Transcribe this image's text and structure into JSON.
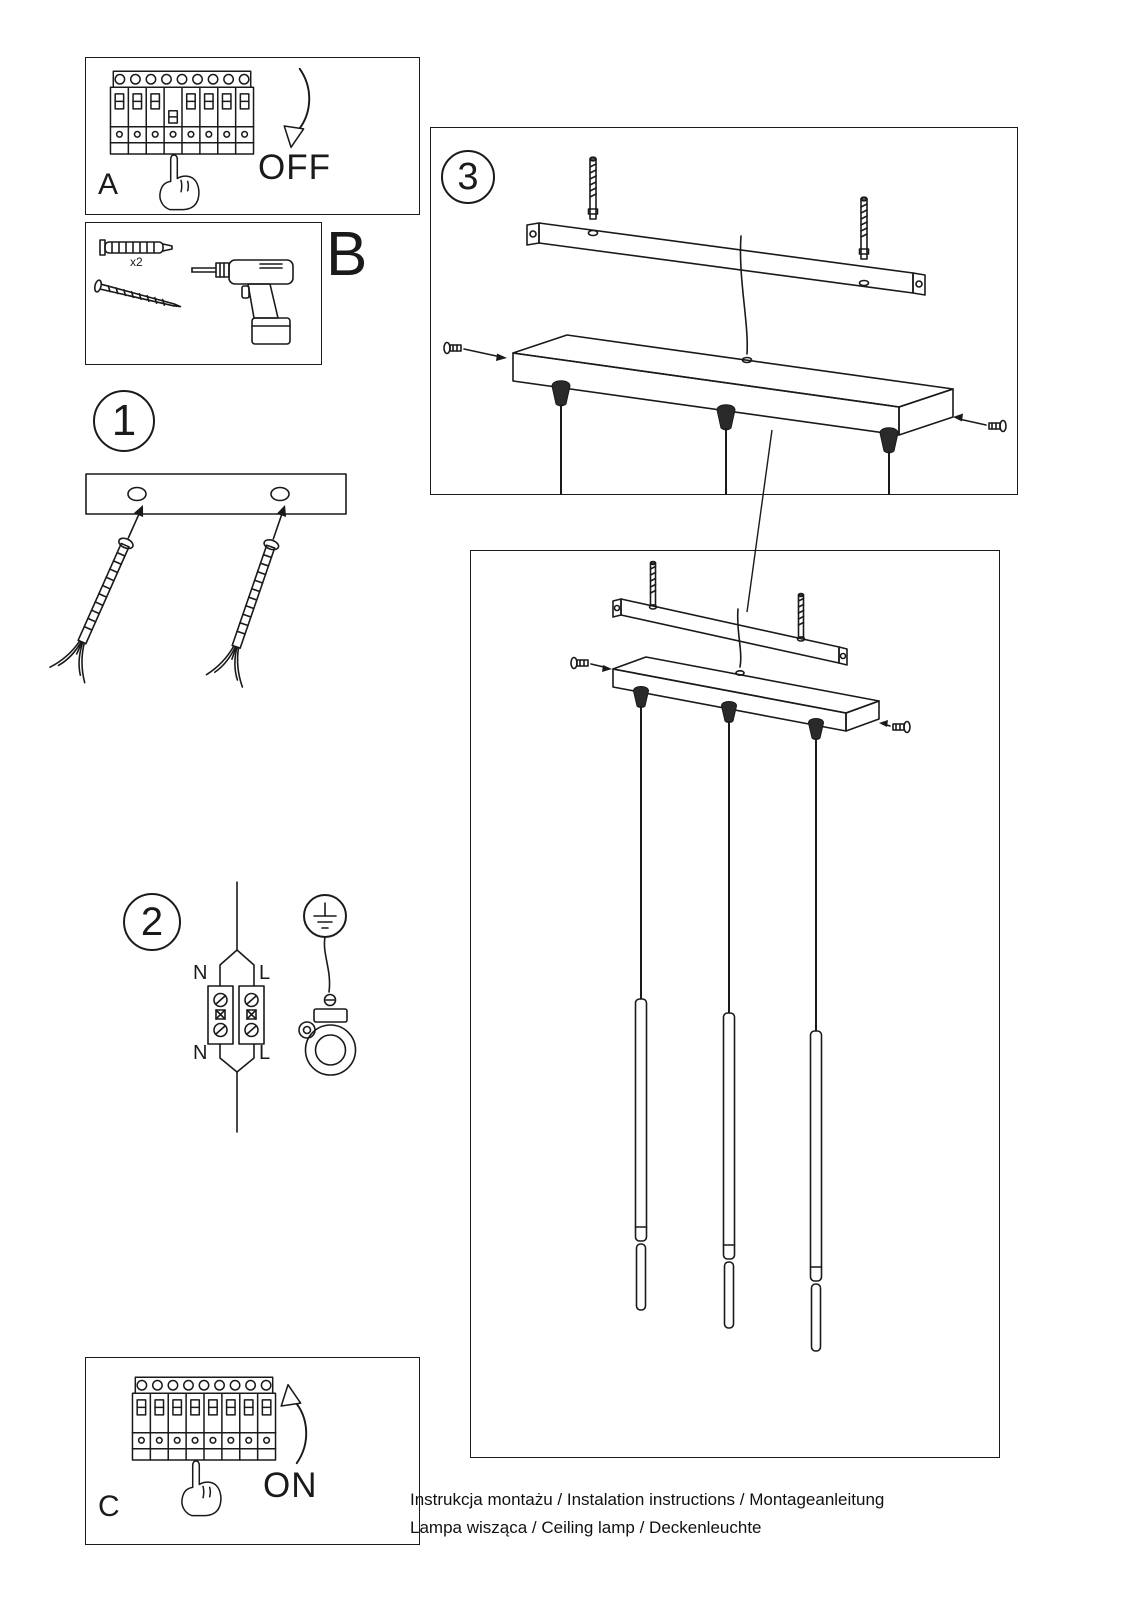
{
  "doc": {
    "footer_line1": "Instrukcja montażu / Instalation instructions / Montageanleitung",
    "footer_line2": "Lampa wisząca / Ceiling lamp / Deckenleuchte"
  },
  "panels": {
    "a": {
      "label": "A",
      "state": "OFF"
    },
    "b": {
      "label": "B",
      "count": "x2"
    },
    "c": {
      "label": "C",
      "state": "ON"
    }
  },
  "steps": {
    "one": {
      "number": "1"
    },
    "two": {
      "number": "2",
      "terminal_top_left": "N",
      "terminal_top_right": "L",
      "terminal_bottom_left": "N",
      "terminal_bottom_right": "L"
    },
    "three": {
      "number": "3"
    }
  },
  "colors": {
    "ink": "#1a1a1a",
    "paper": "#ffffff"
  }
}
